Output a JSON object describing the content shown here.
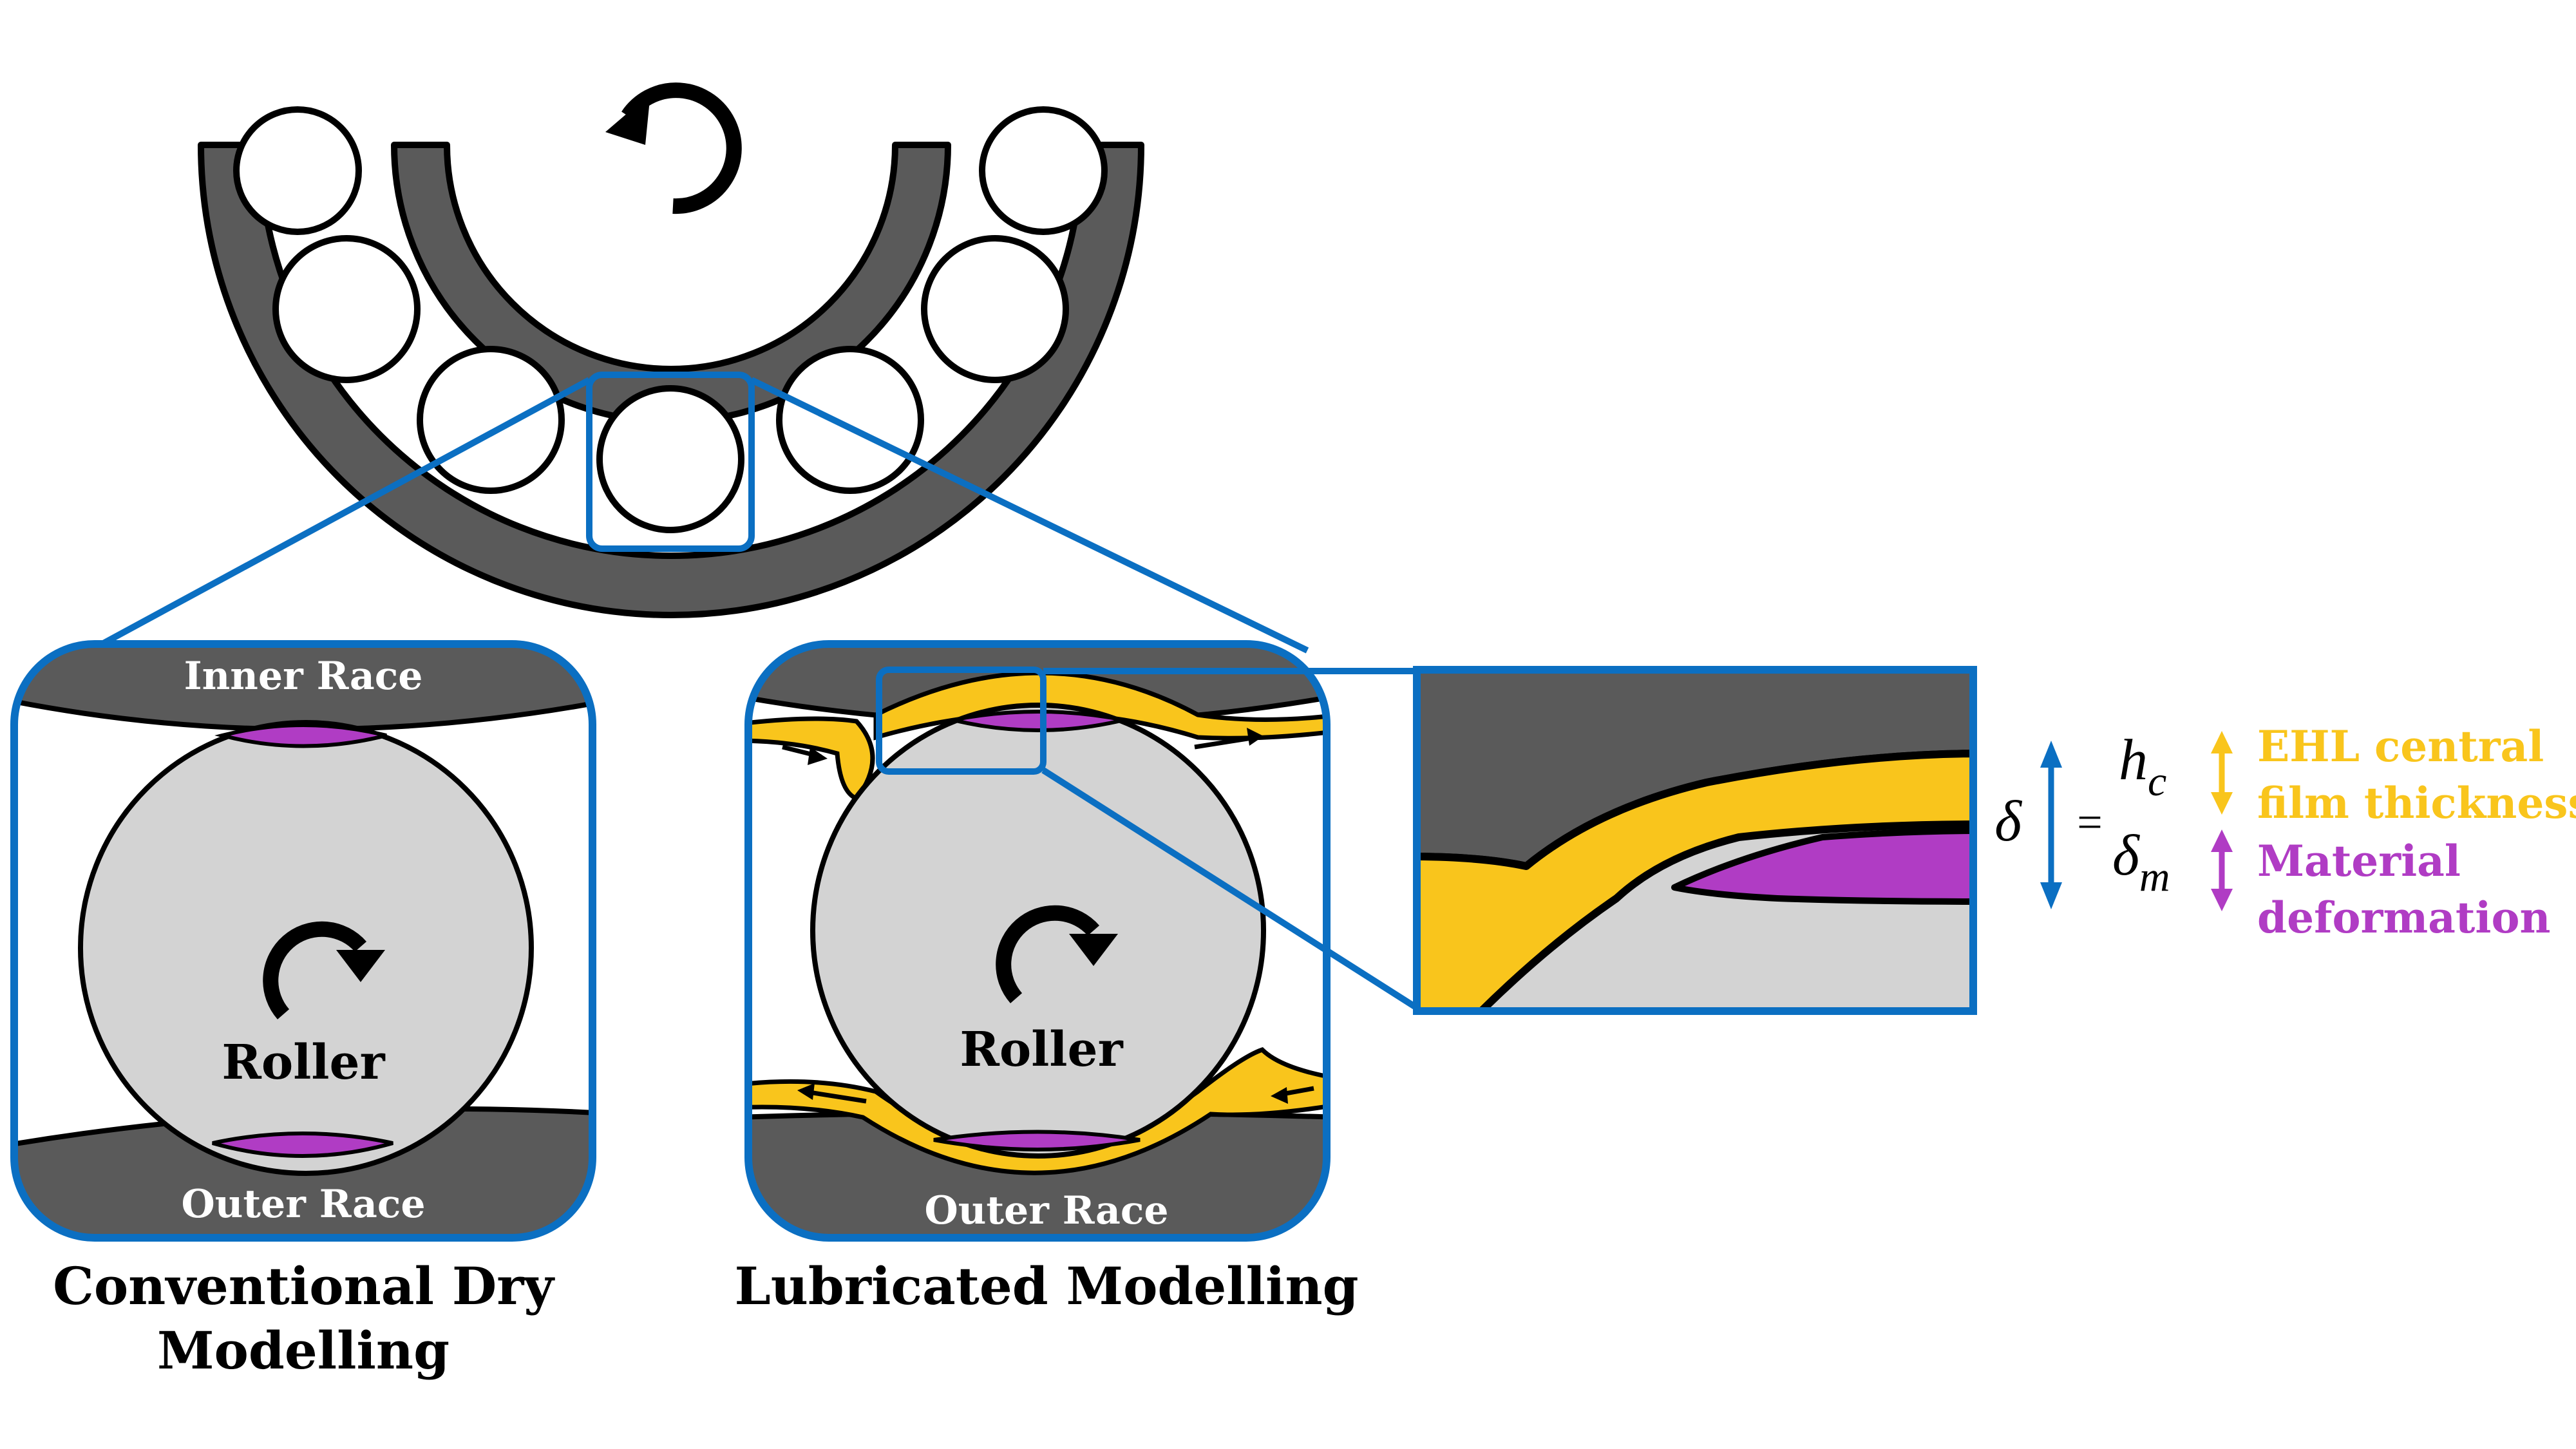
{
  "labels": {
    "inner_race": "Inner Race",
    "outer_race_dry": "Outer Race",
    "outer_race_lub": "Outer Race",
    "roller_dry": "Roller",
    "roller_lub": "Roller",
    "caption_dry_line1": "Conventional Dry",
    "caption_dry_line2": "Modelling",
    "caption_lub": "Lubricated Modelling"
  },
  "equation": {
    "delta": "δ",
    "equals": "=",
    "hc_base": "h",
    "hc_sub": "c",
    "dm_base": "δ",
    "dm_sub": "m"
  },
  "legend": {
    "ehl_line1": "EHL central",
    "ehl_line2": "film thickness",
    "mat_line1": "Material",
    "mat_line2": "deformation"
  },
  "colors": {
    "race_gray": "#5a5a5a",
    "roller_gray": "#d3d3d3",
    "callout_blue": "#0b6fc2",
    "lubricant_yellow": "#f9c51c",
    "deformation_purple": "#b03cc4",
    "outline": "#000000"
  }
}
